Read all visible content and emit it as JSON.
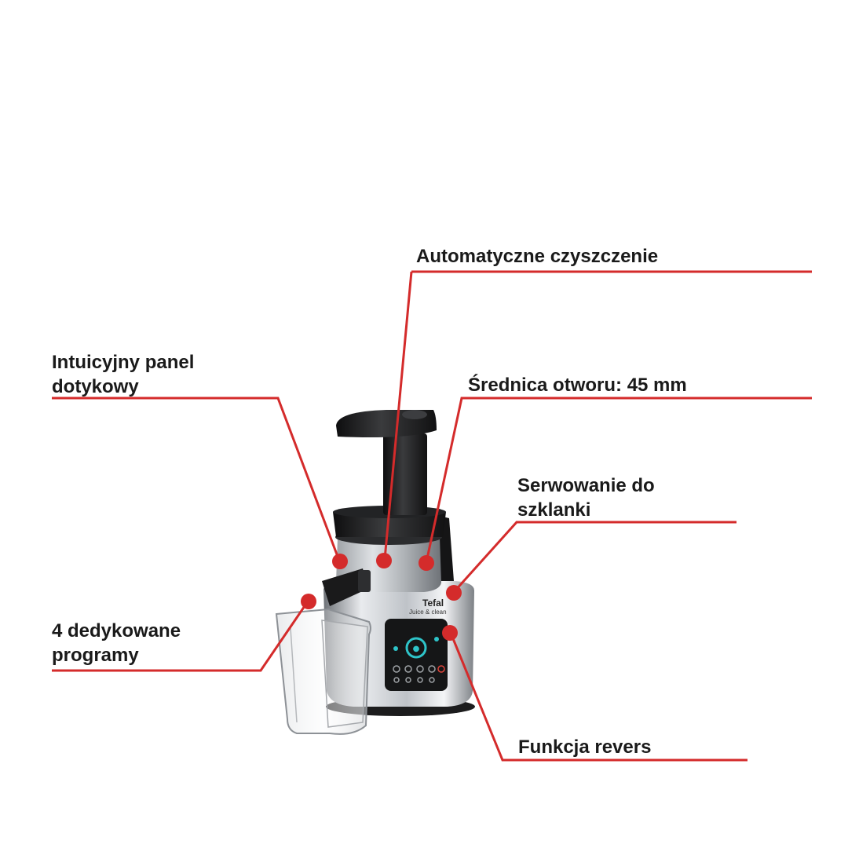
{
  "colors": {
    "callout_line": "#d42b2b",
    "callout_dot": "#d42b2b",
    "label_text": "#1a1a1a",
    "background": "#ffffff"
  },
  "product": {
    "brand": "Tefal",
    "sub_brand": "Juice & clean"
  },
  "callouts": {
    "auto_clean": {
      "line1": "Automatyczne czyszczenie"
    },
    "touch_panel": {
      "line1": "Intuicyjny panel",
      "line2": "dotykowy"
    },
    "opening": {
      "line1": "Średnica otworu: 45 mm"
    },
    "serving": {
      "line1": "Serwowanie do",
      "line2": "szklanki"
    },
    "programs": {
      "line1": "4 dedykowane",
      "line2": "programy"
    },
    "reverse": {
      "line1": "Funkcja revers"
    }
  }
}
